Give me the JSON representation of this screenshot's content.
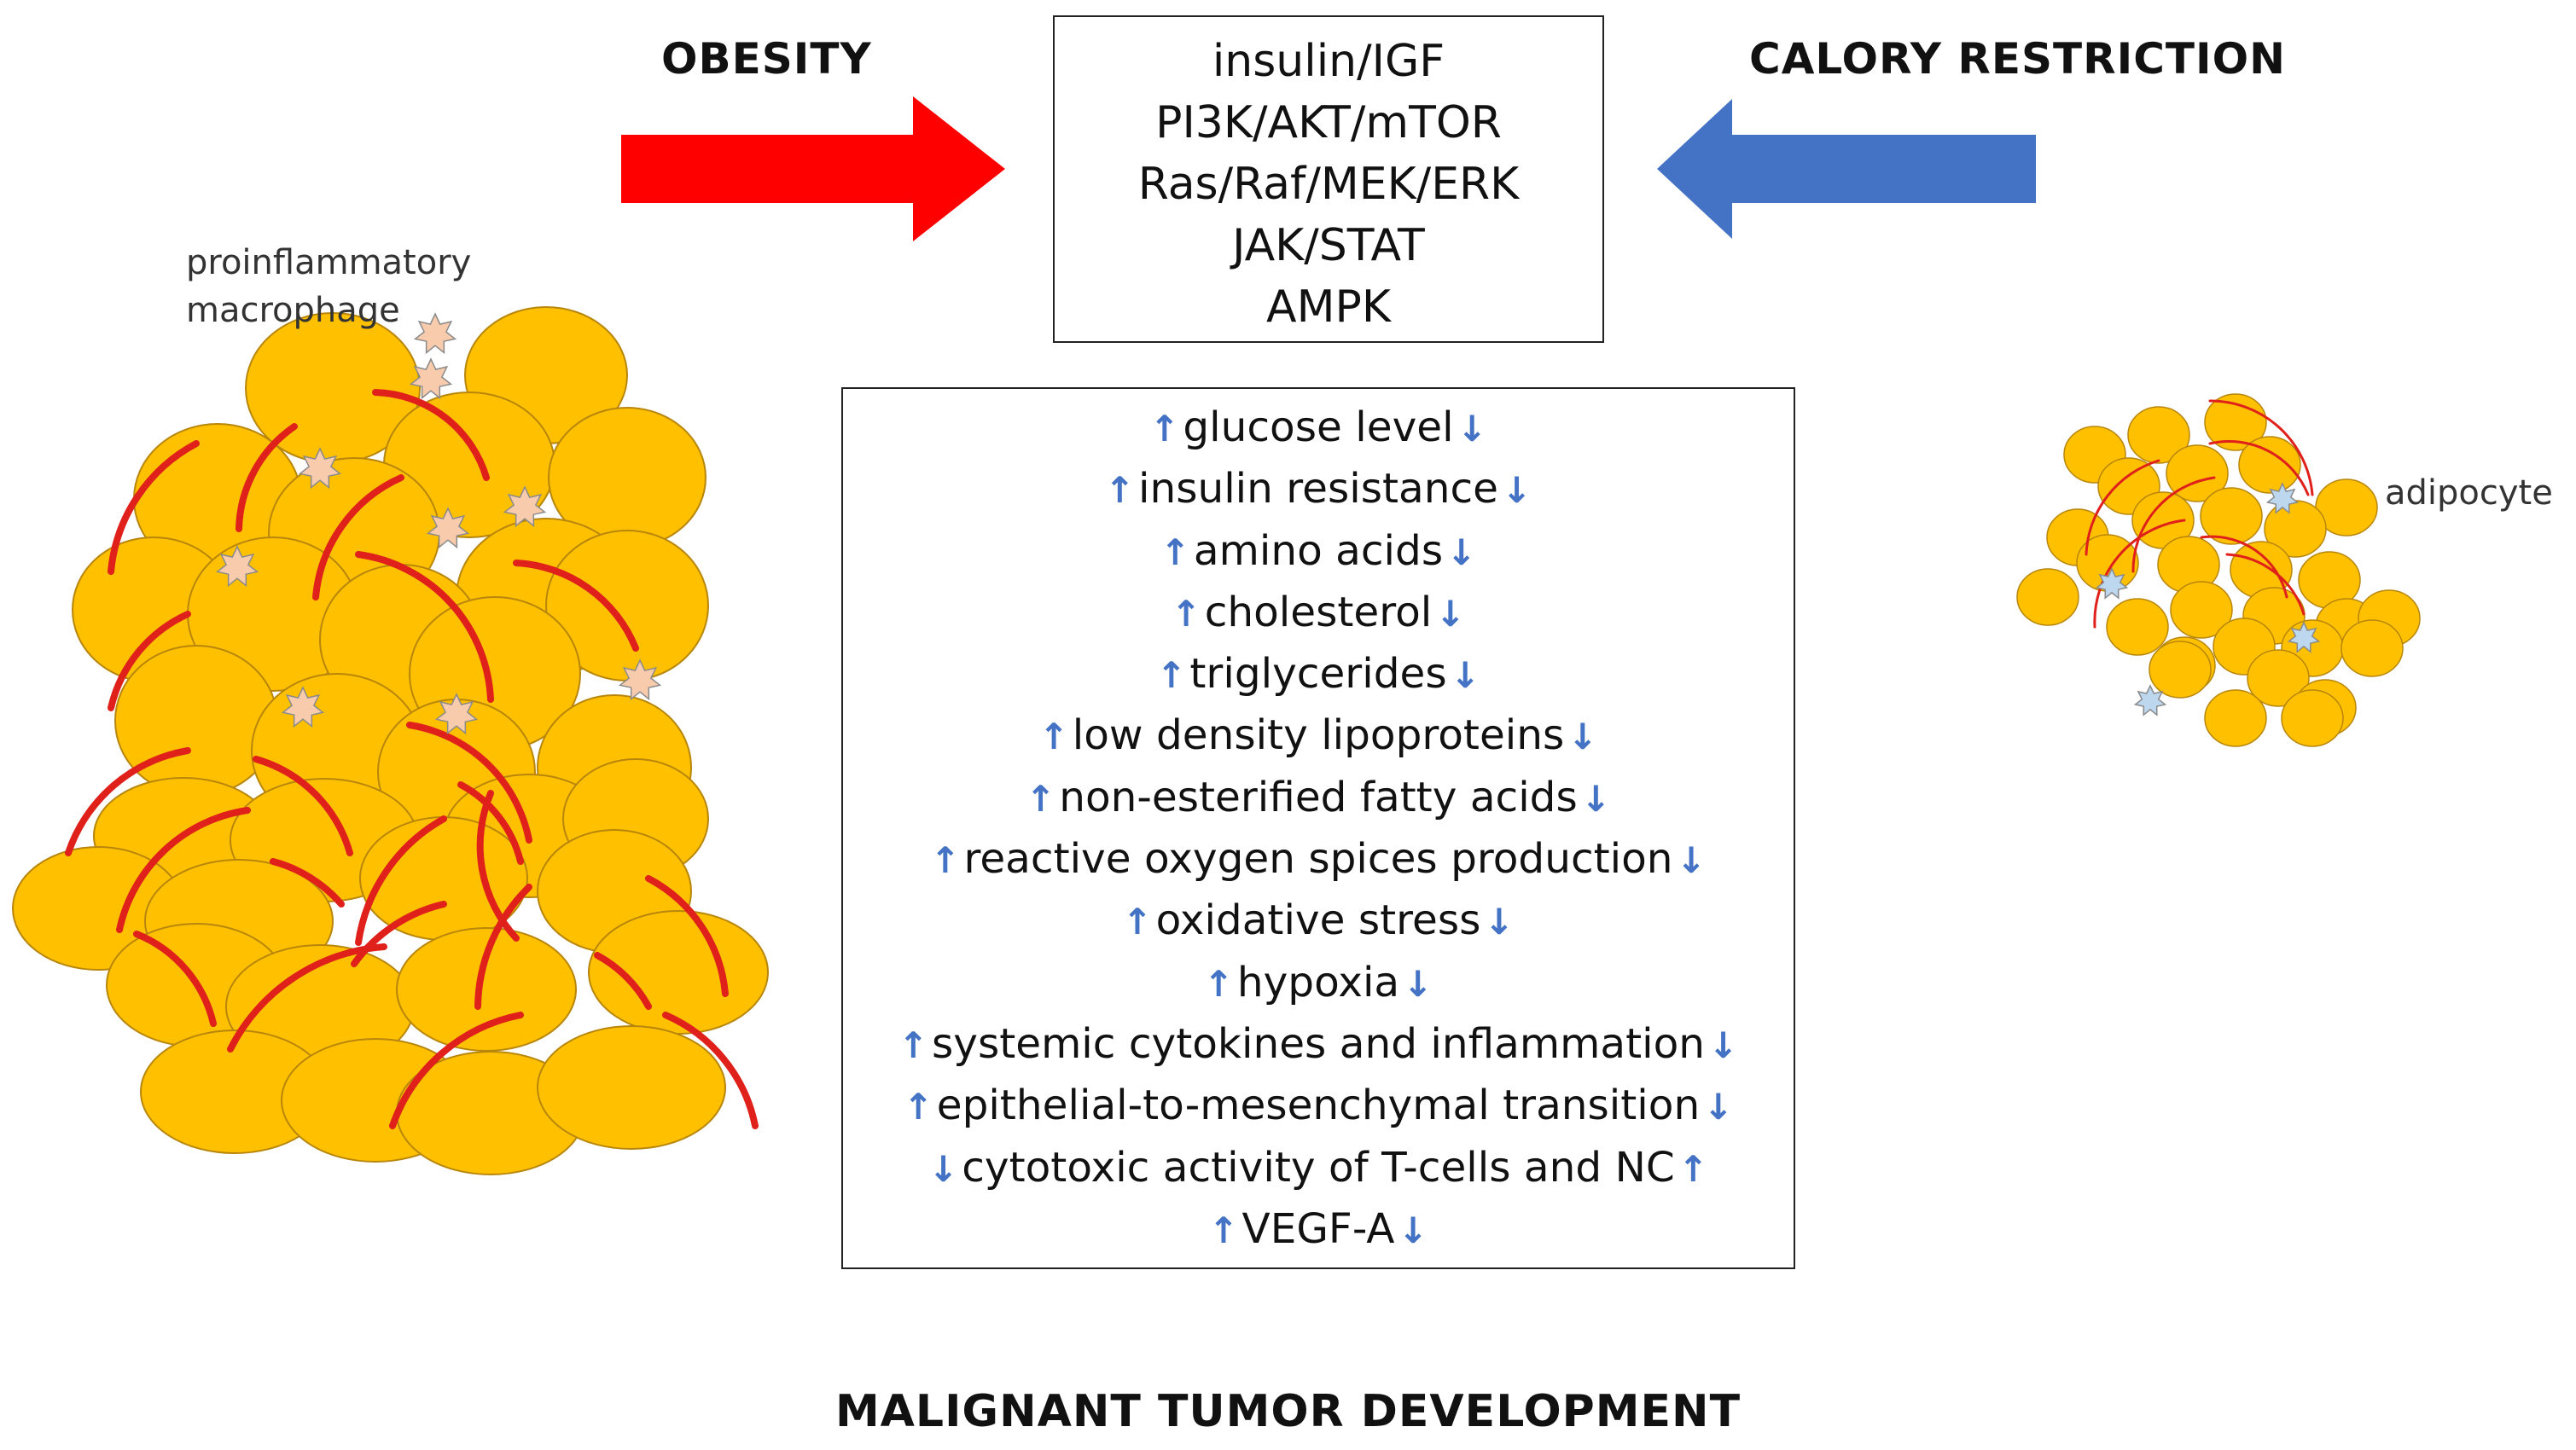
{
  "headings": {
    "obesity": "OBESITY",
    "calory_restriction": "CALORY RESTRICTION",
    "outcome": "MALIGNANT TUMOR DEVELOPMENT"
  },
  "pathways": [
    "insulin/IGF",
    "PI3K/AKT/mTOR",
    "Ras/Raf/MEK/ERK",
    "JAK/STAT",
    "AMPK"
  ],
  "effects": [
    {
      "text": "glucose level",
      "obesity": "up",
      "restriction": "down"
    },
    {
      "text": "insulin resistance",
      "obesity": "up",
      "restriction": "down"
    },
    {
      "text": "amino acids",
      "obesity": "up",
      "restriction": "down"
    },
    {
      "text": "cholesterol",
      "obesity": "up",
      "restriction": "down"
    },
    {
      "text": "triglycerides",
      "obesity": "up",
      "restriction": "down"
    },
    {
      "text": "low density lipoproteins",
      "obesity": "up",
      "restriction": "down"
    },
    {
      "text": "non-esterified fatty acids",
      "obesity": "up",
      "restriction": "down"
    },
    {
      "text": "reactive oxygen spices production",
      "obesity": "up",
      "restriction": "down"
    },
    {
      "text": "oxidative stress",
      "obesity": "up",
      "restriction": "down"
    },
    {
      "text": "hypoxia",
      "obesity": "up",
      "restriction": "down"
    },
    {
      "text": "systemic cytokines and inflammation",
      "obesity": "up",
      "restriction": "down"
    },
    {
      "text": "epithelial-to-mesenchymal transition",
      "obesity": "up",
      "restriction": "down"
    },
    {
      "text": "cytotoxic activity of T-cells and NC",
      "obesity": "down",
      "restriction": "up"
    },
    {
      "text": "VEGF-A",
      "obesity": "up",
      "restriction": "down"
    }
  ],
  "labels": {
    "macrophage": [
      "proinflammatory",
      "macrophage"
    ],
    "adipocyte": "adipocyte"
  },
  "colors": {
    "obesity_arrow": "#ff0000",
    "restriction_arrow": "#4472c4",
    "adipocyte_fill": "#ffc000",
    "adipocyte_stroke": "#b8860b",
    "crown_line": "#e0201a",
    "obese_macrophage": "#f8cbad",
    "lean_macrophage": "#bdd7ee",
    "effect_arrow": "#4472c4"
  }
}
